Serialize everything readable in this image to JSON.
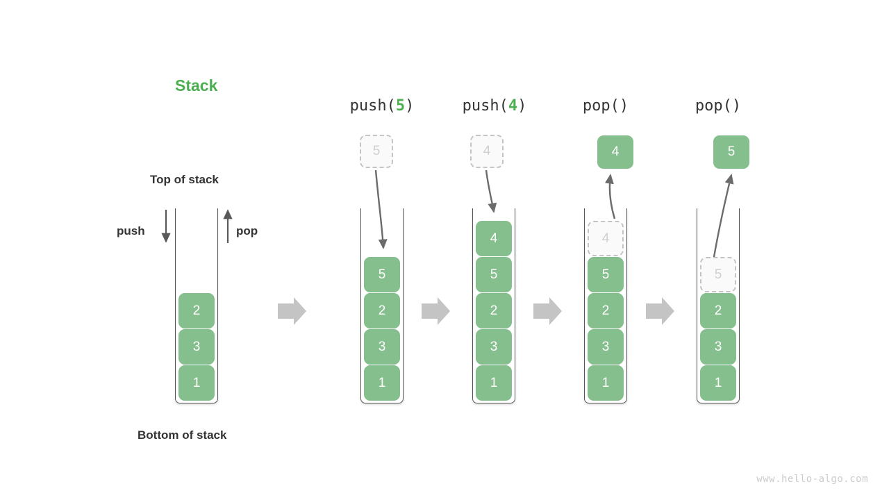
{
  "title": "Stack",
  "accent_color": "#4caf50",
  "cell_color": "#85bf8d",
  "ghost_color": "#cfcfcf",
  "labels": {
    "top_of_stack": "Top of stack",
    "bottom_of_stack": "Bottom of stack",
    "push": "push",
    "pop": "pop"
  },
  "watermark": "www.hello-algo.com",
  "steps": [
    {
      "id": "initial",
      "header_text": "",
      "header_prefix": "",
      "header_arg": "",
      "header_suffix": "",
      "stack": [
        "2",
        "3",
        "1"
      ],
      "floating": null,
      "ghost_in_stack": null
    },
    {
      "id": "push-5",
      "header_text": "push(5)",
      "header_prefix": "push(",
      "header_arg": "5",
      "header_suffix": ")",
      "stack": [
        "5",
        "2",
        "3",
        "1"
      ],
      "floating": {
        "value": "5",
        "style": "ghost"
      },
      "ghost_in_stack": null
    },
    {
      "id": "push-4",
      "header_text": "push(4)",
      "header_prefix": "push(",
      "header_arg": "4",
      "header_suffix": ")",
      "stack": [
        "4",
        "5",
        "2",
        "3",
        "1"
      ],
      "floating": {
        "value": "4",
        "style": "ghost"
      },
      "ghost_in_stack": null
    },
    {
      "id": "pop-1",
      "header_text": "pop()",
      "header_prefix": "pop(",
      "header_arg": "",
      "header_suffix": ")",
      "stack": [
        "5",
        "2",
        "3",
        "1"
      ],
      "floating": {
        "value": "4",
        "style": "solid"
      },
      "ghost_in_stack": "4"
    },
    {
      "id": "pop-2",
      "header_text": "pop()",
      "header_prefix": "pop(",
      "header_arg": "",
      "header_suffix": ")",
      "stack": [
        "2",
        "3",
        "1"
      ],
      "floating": {
        "value": "5",
        "style": "solid"
      },
      "ghost_in_stack": "5"
    }
  ],
  "flow_arrows": 4
}
